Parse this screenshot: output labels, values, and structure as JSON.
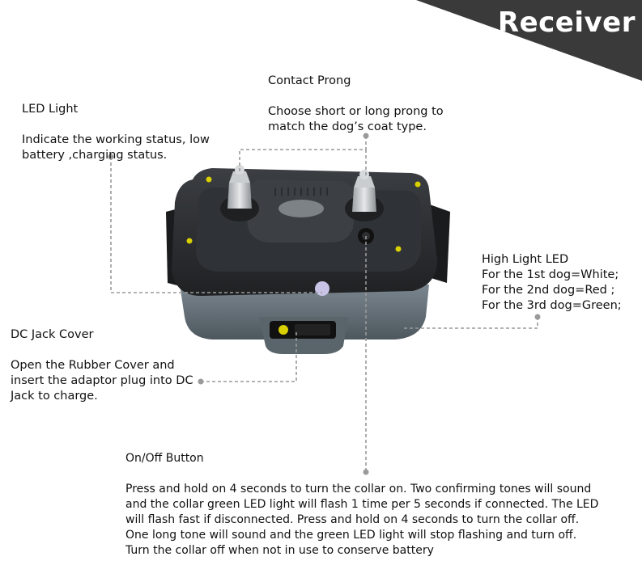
{
  "banner": {
    "title": "Receiver",
    "color": "#3a3a3a"
  },
  "callouts": {
    "led_light": {
      "title": "LED Light",
      "lines": [
        "Indicate the working status, low",
        "battery ,charging status."
      ]
    },
    "contact_prong": {
      "title": "Contact Prong",
      "lines": [
        "Choose short or long prong to",
        "match the dog’s coat type."
      ]
    },
    "high_light_led": {
      "title": "High Light LED",
      "lines": [
        "For the 1st dog=White;",
        "For the 2nd dog=Red ;",
        "For the 3rd dog=Green;"
      ]
    },
    "dc_jack_cover": {
      "title": "DC Jack Cover",
      "lines": [
        "Open the Rubber Cover and",
        "insert the adaptor plug into DC",
        "Jack to charge."
      ]
    },
    "onoff_button": {
      "title": "On/Off Button",
      "lines": [
        "Press and hold on 4 seconds to turn the collar on. Two confirming tones will sound",
        "and the collar green LED light will flash 1 time per 5 seconds if connected. The LED",
        "will flash fast if disconnected. Press and hold on 4 seconds to turn the collar off.",
        "One long tone will sound and the green LED light will stop flashing and turn off.",
        "Turn the collar off when not in use to conserve battery"
      ]
    }
  },
  "colors": {
    "leader_line": "#9a9a9a",
    "device_top": "#2b2d30",
    "device_base": "#5e6a72",
    "screw": "#d8d000"
  }
}
